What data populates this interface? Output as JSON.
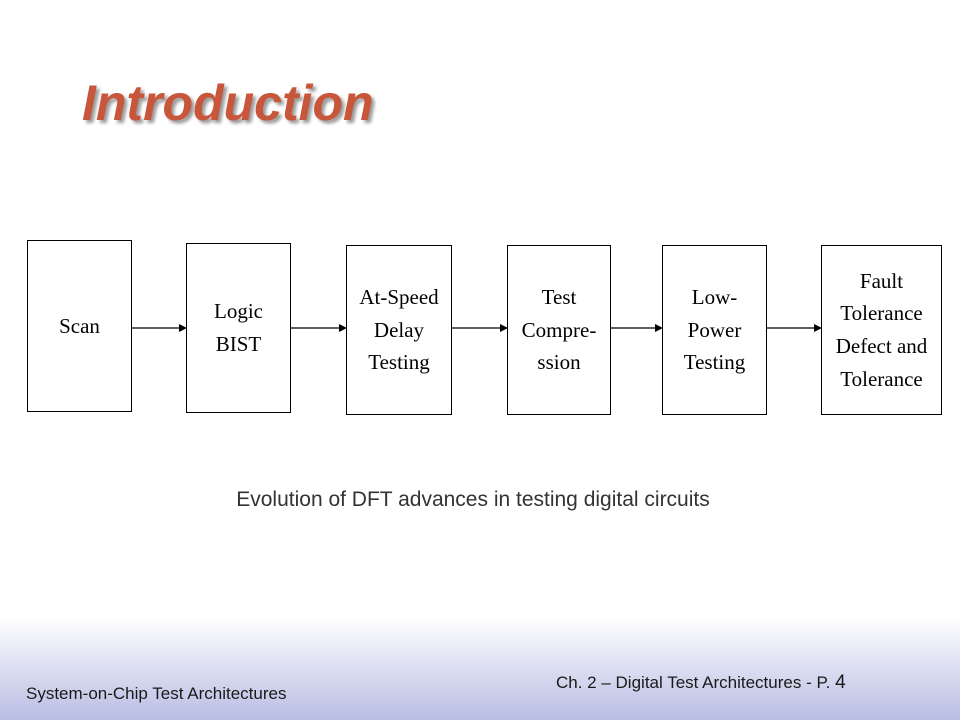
{
  "slide": {
    "title": "Introduction",
    "caption": "Evolution of DFT advances in testing digital circuits"
  },
  "diagram": {
    "nodes": [
      {
        "id": "scan",
        "label": "Scan"
      },
      {
        "id": "logic-bist",
        "label": "Logic\nBIST"
      },
      {
        "id": "at-speed",
        "label": "At-Speed\nDelay\nTesting"
      },
      {
        "id": "test-compression",
        "label": "Test\nCompre-\nssion"
      },
      {
        "id": "low-power",
        "label": "Low-\nPower\nTesting"
      },
      {
        "id": "fault-tolerance",
        "label": "Fault\nTolerance\nDefect and\nTolerance"
      }
    ],
    "edges": [
      {
        "from": "scan",
        "to": "logic-bist"
      },
      {
        "from": "logic-bist",
        "to": "at-speed"
      },
      {
        "from": "at-speed",
        "to": "test-compression"
      },
      {
        "from": "test-compression",
        "to": "low-power"
      },
      {
        "from": "low-power",
        "to": "fault-tolerance"
      }
    ]
  },
  "footer": {
    "left": "System-on-Chip Test Architectures",
    "right_text": "Ch. 2 – Digital Test Architectures - P. ",
    "page": "4"
  }
}
